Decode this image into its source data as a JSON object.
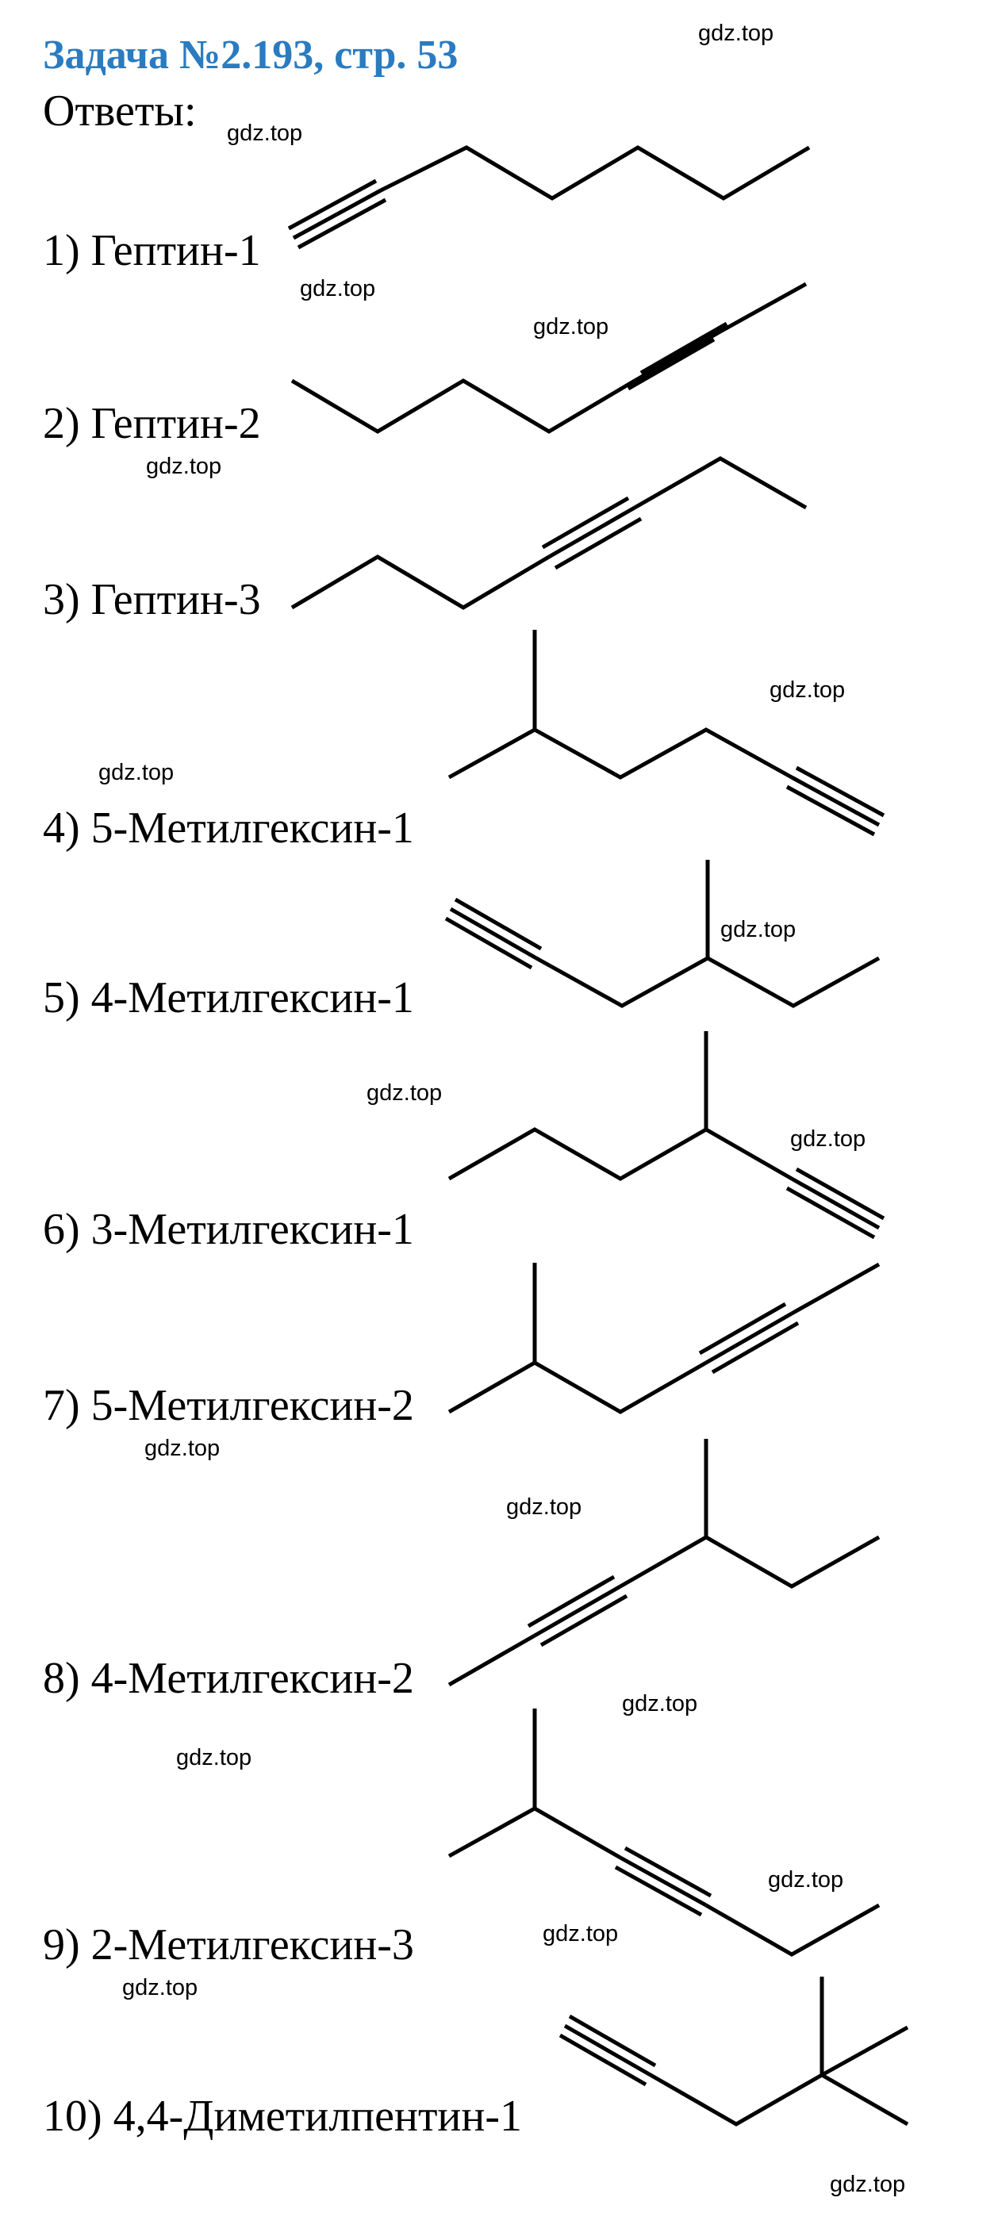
{
  "header": {
    "title": "Задача №2.193, стр. 53",
    "answers_label": "Ответы:"
  },
  "items": [
    {
      "label": "1) Гептин-1"
    },
    {
      "label": "2) Гептин-2"
    },
    {
      "label": "3) Гептин-3"
    },
    {
      "label": "4) 5-Метилгексин-1"
    },
    {
      "label": "5) 4-Метилгексин-1"
    },
    {
      "label": "6) 3-Метилгексин-1"
    },
    {
      "label": "7) 5-Метилгексин-2"
    },
    {
      "label": "8) 4-Метилгексин-2"
    },
    {
      "label": "9) 2-Метилгексин-3"
    },
    {
      "label": "10) 4,4-Диметилпентин-1"
    }
  ],
  "watermark": "gdz.top",
  "colors": {
    "title": "#2a7bc0"
  }
}
